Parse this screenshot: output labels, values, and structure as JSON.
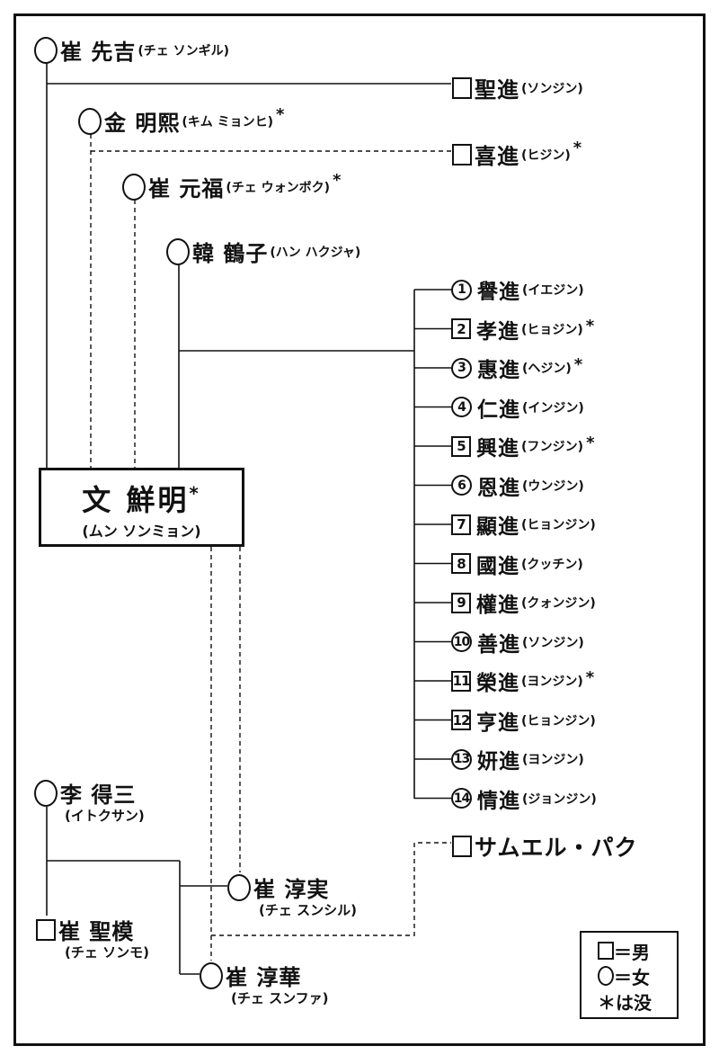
{
  "ancestors": [
    {
      "name": "崔 先吉",
      "reading": "(チェ ソンギル)",
      "dead": ""
    },
    {
      "name": "金 明熙",
      "reading": "(キム ミョンヒ)",
      "dead": "*"
    },
    {
      "name": "崔 元福",
      "reading": "(チェ ウォンボク)",
      "dead": "*"
    },
    {
      "name": "韓 鶴子",
      "reading": "(ハン ハクジャ)",
      "dead": ""
    }
  ],
  "early_children": [
    {
      "name": "聖進",
      "reading": "(ソンジン)",
      "dead": ""
    },
    {
      "name": "喜進",
      "reading": "(ヒジン)",
      "dead": "*"
    }
  ],
  "center": {
    "name": "文 鮮明",
    "dead": "*",
    "reading": "(ムン ソンミョン)"
  },
  "children": [
    {
      "num": "1",
      "sex": "female",
      "name": "譽進",
      "reading": "(イエジン)",
      "dead": ""
    },
    {
      "num": "2",
      "sex": "male",
      "name": "孝進",
      "reading": "(ヒョジン)",
      "dead": "*"
    },
    {
      "num": "3",
      "sex": "female",
      "name": "惠進",
      "reading": "(ヘジン)",
      "dead": "*"
    },
    {
      "num": "4",
      "sex": "female",
      "name": "仁進",
      "reading": "(インジン)",
      "dead": ""
    },
    {
      "num": "5",
      "sex": "male",
      "name": "興進",
      "reading": "(フンジン)",
      "dead": "*"
    },
    {
      "num": "6",
      "sex": "female",
      "name": "恩進",
      "reading": "(ウンジン)",
      "dead": ""
    },
    {
      "num": "7",
      "sex": "male",
      "name": "顯進",
      "reading": "(ヒョンジン)",
      "dead": ""
    },
    {
      "num": "8",
      "sex": "male",
      "name": "國進",
      "reading": "(クッチン)",
      "dead": ""
    },
    {
      "num": "9",
      "sex": "male",
      "name": "權進",
      "reading": "(クォンジン)",
      "dead": ""
    },
    {
      "num": "10",
      "sex": "female",
      "name": "善進",
      "reading": "(ソンジン)",
      "dead": ""
    },
    {
      "num": "11",
      "sex": "male",
      "name": "榮進",
      "reading": "(ヨンジン)",
      "dead": "*"
    },
    {
      "num": "12",
      "sex": "male",
      "name": "亨進",
      "reading": "(ヒョンジン)",
      "dead": ""
    },
    {
      "num": "13",
      "sex": "female",
      "name": "妍進",
      "reading": "(ヨンジン)",
      "dead": ""
    },
    {
      "num": "14",
      "sex": "female",
      "name": "情進",
      "reading": "(ジョンジン)",
      "dead": ""
    }
  ],
  "samuel": {
    "name": "サムエル・パク"
  },
  "lee": {
    "name": "李 得三",
    "reading": "(イトクサン)"
  },
  "choi_sm": {
    "name": "崔 聖模",
    "reading": "(チェ ソンモ)"
  },
  "choi_ss": {
    "name": "崔 淳実",
    "reading": "(チェ スンシル)"
  },
  "choi_sh": {
    "name": "崔 淳華",
    "reading": "(チェ スンファ)"
  },
  "legend": {
    "male": "＝男",
    "female": "＝女",
    "dead": "＊は没"
  }
}
